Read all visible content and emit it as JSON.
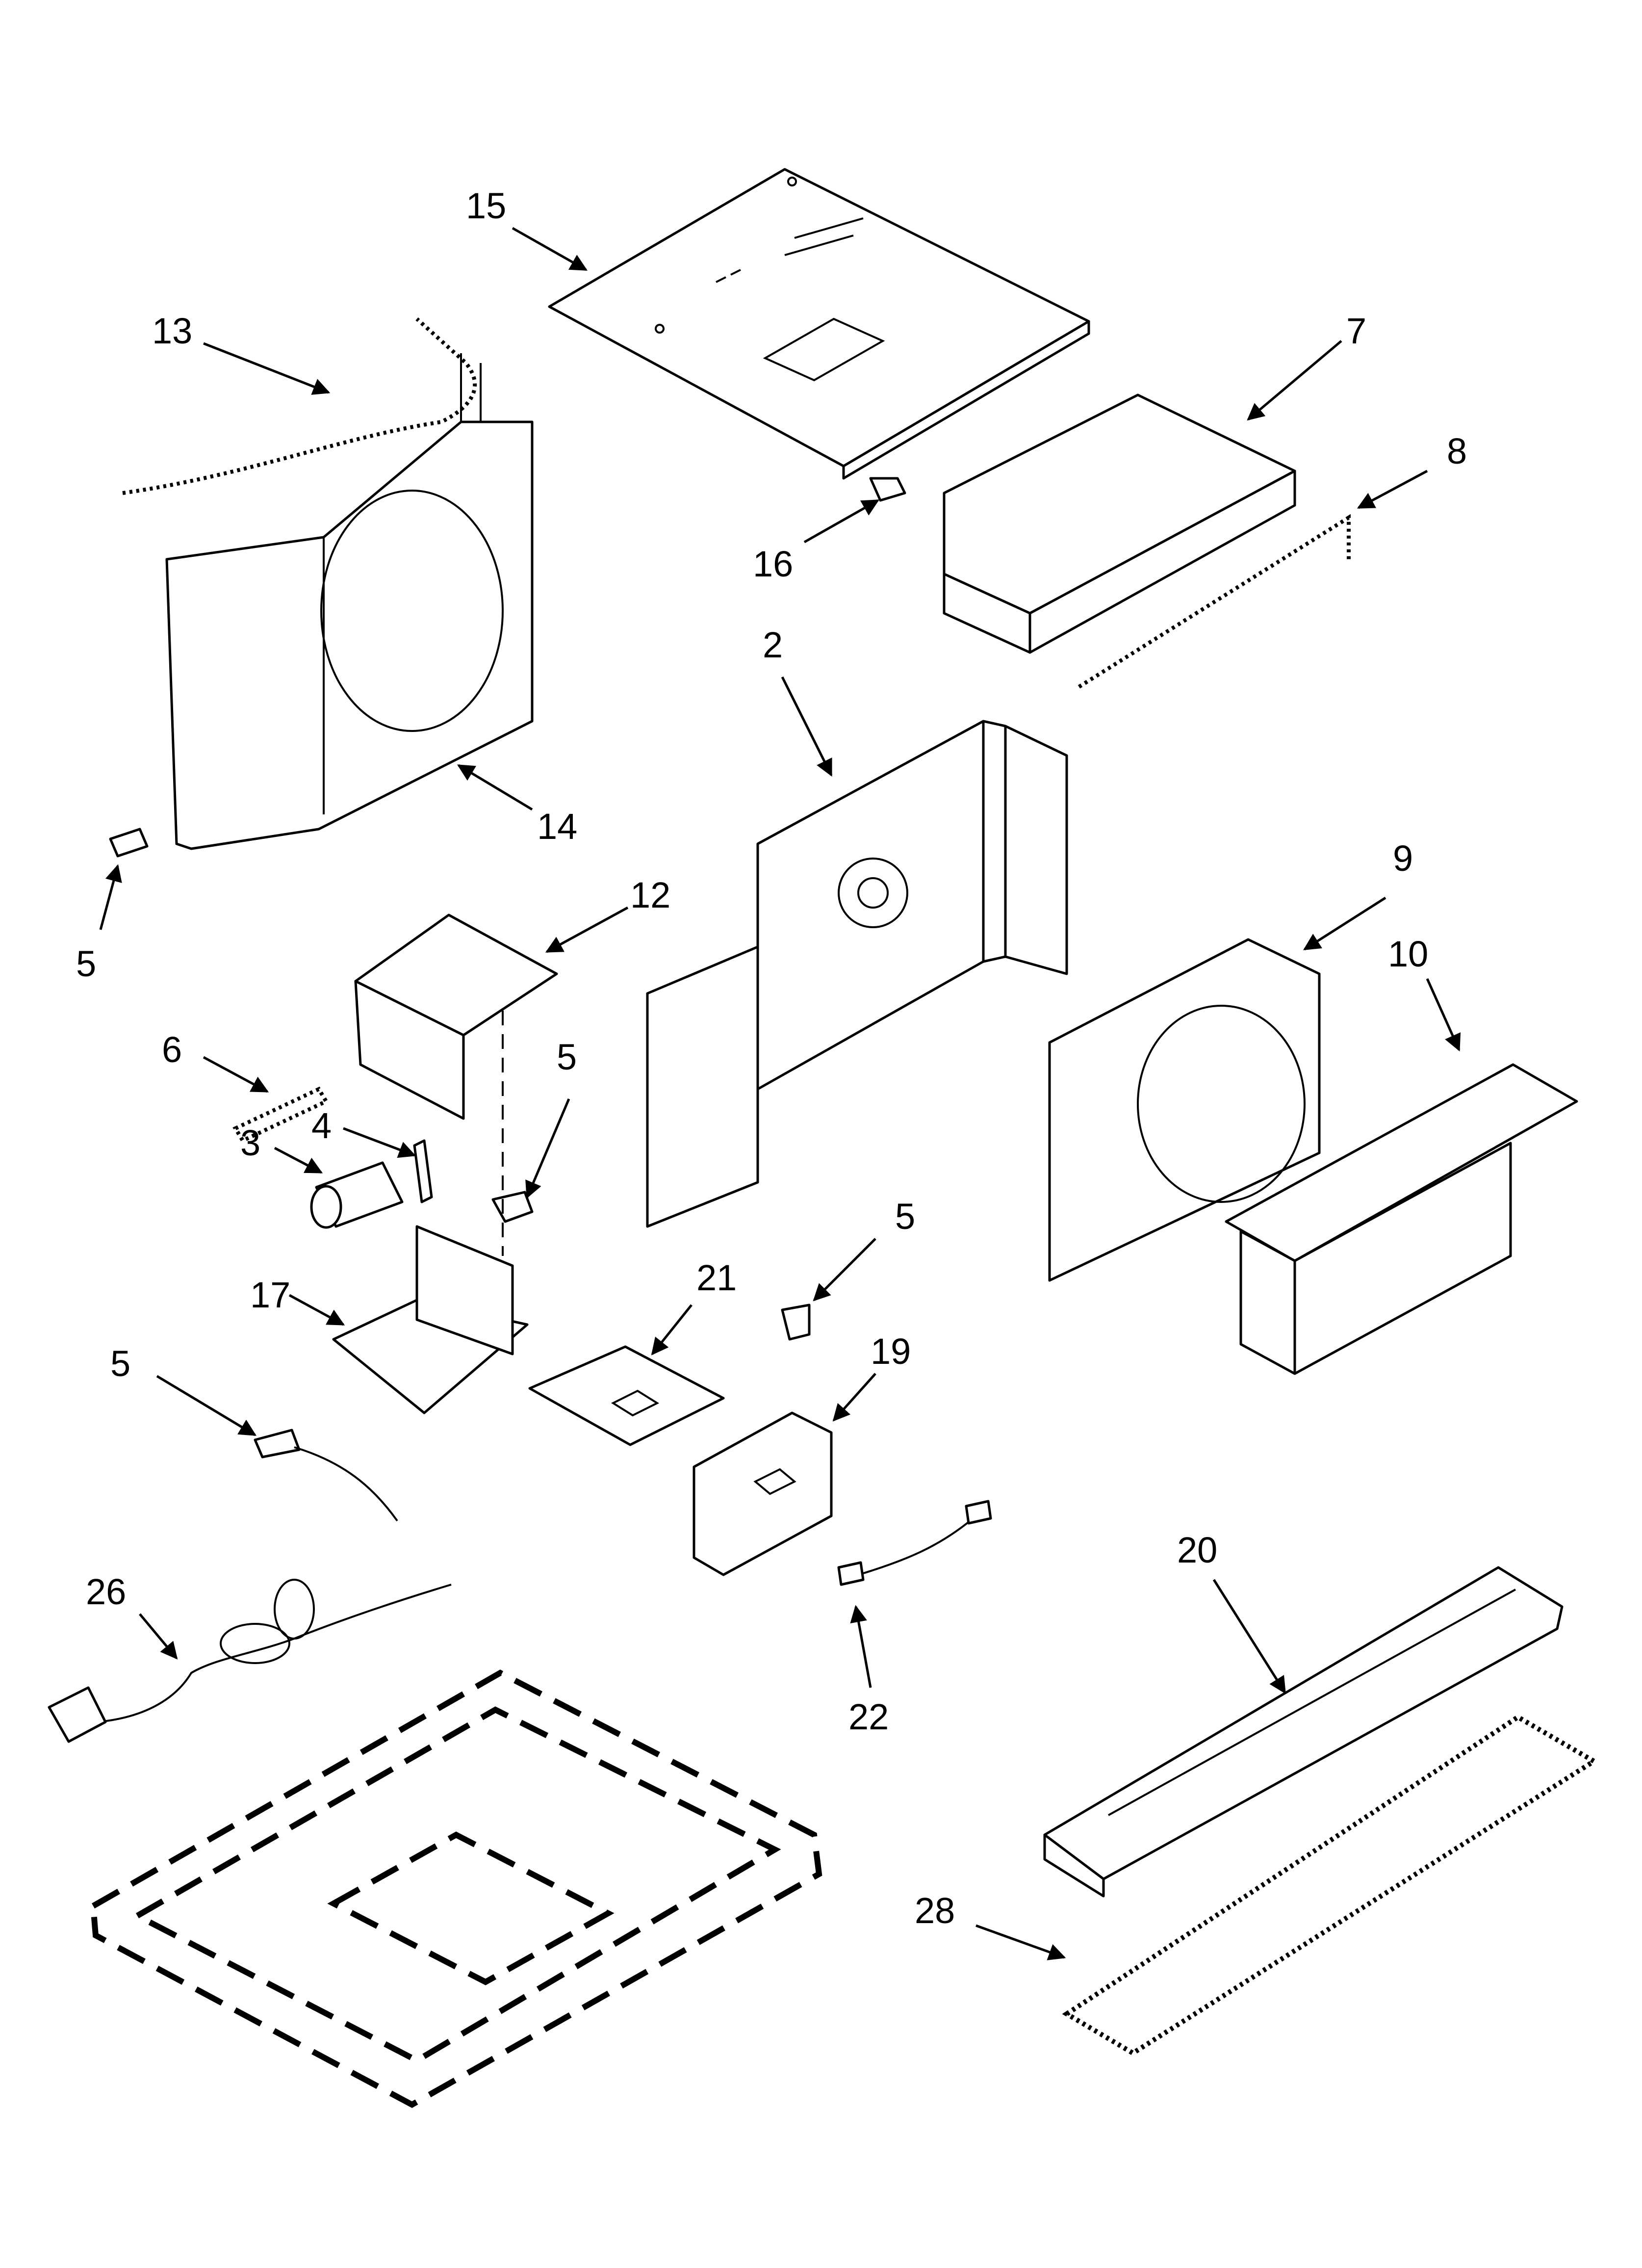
{
  "callouts": {
    "c15": "15",
    "c13": "13",
    "c7": "7",
    "c8": "8",
    "c16": "16",
    "c2": "2",
    "c14": "14",
    "c5a": "5",
    "c12": "12",
    "c6": "6",
    "c5b": "5",
    "c4": "4",
    "c3": "3",
    "c9": "9",
    "c10": "10",
    "c17": "17",
    "c21": "21",
    "c5c": "5",
    "c19": "19",
    "c5d": "5",
    "c26": "26",
    "c20": "20",
    "c22": "22",
    "c28": "28"
  }
}
